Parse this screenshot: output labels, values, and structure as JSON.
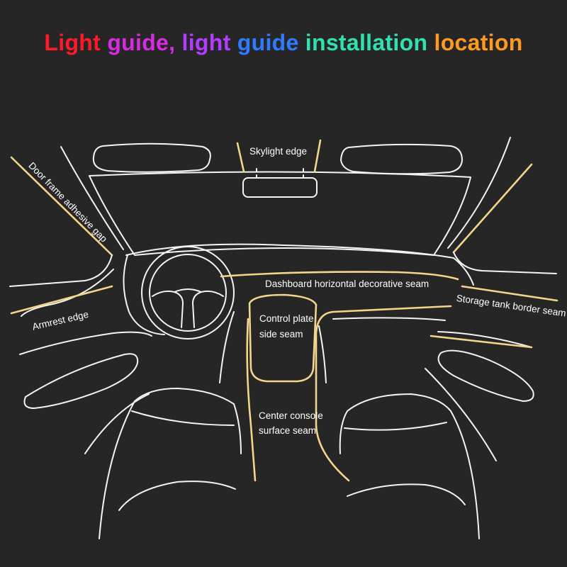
{
  "title": {
    "segments": [
      {
        "text": "Light ",
        "color": "#ff1a2a"
      },
      {
        "text": "guide, ",
        "color": "#d62be0"
      },
      {
        "text": "light ",
        "color": "#b23cff"
      },
      {
        "text": "guide ",
        "color": "#2f7bff"
      },
      {
        "text": "installation ",
        "color": "#2fe0b0"
      },
      {
        "text": "location",
        "color": "#ff9a1f"
      }
    ]
  },
  "labels": {
    "skylight_edge": "Skylight edge",
    "door_frame_gap": "Door frame adhesive gap",
    "dashboard_seam": "Dashboard horizontal decorative seam",
    "control_plate_line1": "Control plate",
    "control_plate_line2": "side seam",
    "storage_tank_seam": "Storage tank border seam",
    "armrest_edge": "Armrest edge",
    "center_console_line1": "Center console",
    "center_console_line2": "surface seam"
  },
  "colors": {
    "background": "#262626",
    "outline": "#f4f4f4",
    "light_guide": "#f3d58b",
    "label_text": "#ffffff"
  }
}
